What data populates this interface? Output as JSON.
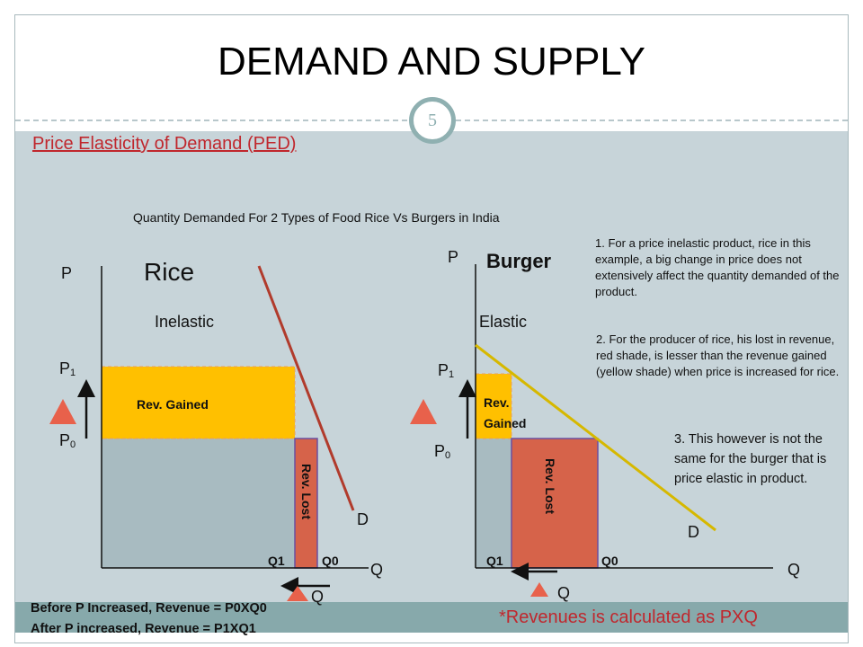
{
  "slide": {
    "title": "DEMAND AND SUPPLY",
    "slide_number": "5",
    "heading": "Price Elasticity of Demand (PED)",
    "subtitle": "Quantity Demanded For 2 Types of Food Rice Vs Burgers in India"
  },
  "notes": {
    "note1": "1. For a price inelastic product, rice in this example, a big change in price does not extensively affect the quantity demanded of the product.",
    "note2": "2. For the producer of rice,  his lost in revenue, red shade, is lesser than the revenue gained (yellow shade) when price is increased for rice.",
    "note3": "3. This however is not the same for the burger that is price elastic in product."
  },
  "footer": {
    "revenue_calc": "*Revenues is calculated as PXQ",
    "before": "Before P Increased,  Revenue = P0XQ0",
    "after": "After P increased, Revenue = P1XQ1"
  },
  "colors": {
    "rev_gained": "#ffc000",
    "rev_lost": "#d6634a",
    "base_area": "#a8bbc1",
    "rice_demand": "#b13b2c",
    "burger_demand": "#d6b800",
    "triangle": "#e8614b"
  },
  "chart_data": [
    {
      "type": "area",
      "title": "Rice",
      "elasticity_label": "Inelastic",
      "y_axis_label": "P",
      "x_axis_label": "Q",
      "p1_label": "P",
      "p1_sub": "1",
      "p0_label": "P",
      "p0_sub": "0",
      "q1_label": "Q1",
      "q0_label": "Q0",
      "demand_label": "D",
      "rev_gained_label": "Rev. Gained",
      "rev_lost_label": "Rev. Lost",
      "below_arrow_label": "Q"
    },
    {
      "type": "area",
      "title": "Burger",
      "elasticity_label": "Elastic",
      "y_axis_label": "P",
      "x_axis_label": "Q",
      "p1_label": "P",
      "p1_sub": "1",
      "p0_label": "P",
      "p0_sub": "0",
      "q1_label": "Q1",
      "q0_label": "Q0",
      "demand_label": "D",
      "rev_gained_label_line1": "Rev.",
      "rev_gained_label_line2": "Gained",
      "rev_lost_label": "Rev. Lost",
      "below_arrow_label": "Q"
    }
  ]
}
